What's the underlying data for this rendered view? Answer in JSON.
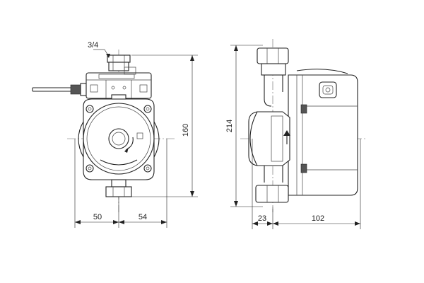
{
  "front_view": {
    "connection_label": "3/4",
    "width_left": "50",
    "width_right": "54",
    "height": "160"
  },
  "side_view": {
    "height": "214",
    "depth_left": "23",
    "depth_right": "102"
  }
}
